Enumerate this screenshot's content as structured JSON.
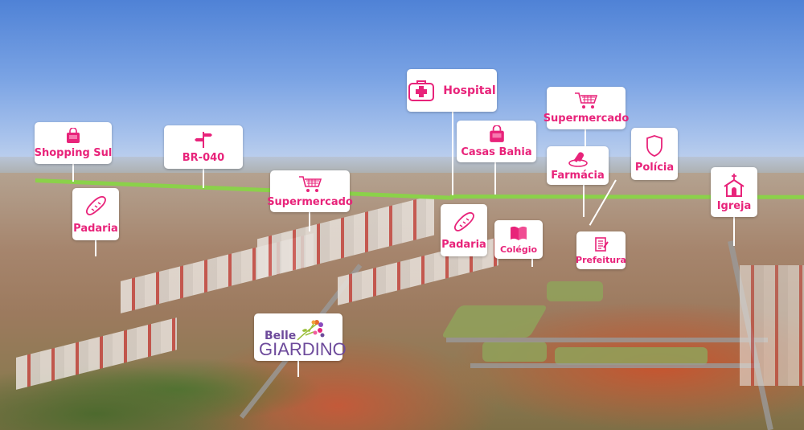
{
  "scene": {
    "description": "Aerial view of residential development with points of interest",
    "highlight_line_color": "#8bd14a",
    "accent_color": "#e8237a",
    "brand_color": "#6d4a9b"
  },
  "labels": [
    {
      "id": "shopping-sul",
      "text": "Shopping Sul",
      "icon": "shopping-bag-icon"
    },
    {
      "id": "br-040",
      "text": "BR-040",
      "icon": "signpost-icon"
    },
    {
      "id": "padaria-1",
      "text": "Padaria",
      "icon": "bread-icon"
    },
    {
      "id": "supermercado-1",
      "text": "Supermercado",
      "icon": "shopping-cart-icon"
    },
    {
      "id": "hospital",
      "text": "Hospital",
      "icon": "medical-kit-icon"
    },
    {
      "id": "casas-bahia",
      "text": "Casas Bahia",
      "icon": "shopping-bag-icon"
    },
    {
      "id": "supermercado-2",
      "text": "Supermercado",
      "icon": "shopping-cart-icon"
    },
    {
      "id": "farmacia",
      "text": "Farmácia",
      "icon": "pill-icon"
    },
    {
      "id": "policia",
      "text": "Polícia",
      "icon": "shield-icon"
    },
    {
      "id": "padaria-2",
      "text": "Padaria",
      "icon": "bread-icon"
    },
    {
      "id": "colegio",
      "text": "Colégio",
      "icon": "book-icon"
    },
    {
      "id": "prefeitura",
      "text": "Prefeitura",
      "icon": "document-icon"
    },
    {
      "id": "igreja",
      "text": "Igreja",
      "icon": "church-icon"
    }
  ],
  "brand": {
    "line1": "Belle",
    "line2": "GIARDINO"
  }
}
